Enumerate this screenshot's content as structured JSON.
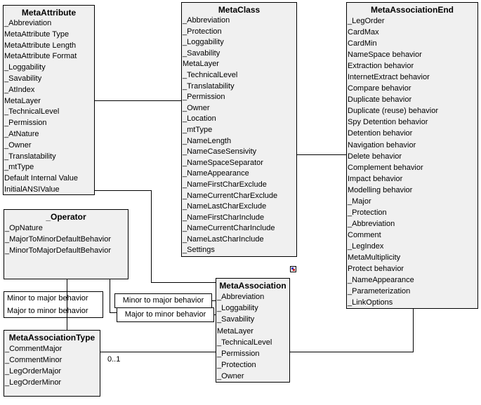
{
  "colors": {
    "background": "#ffffff",
    "class_box_fill": "#f0f0f0",
    "label_box_fill": "#ffffff",
    "line_color": "#000000",
    "marker_icon_blue": "#2222bb",
    "marker_icon_red": "#cc2222"
  },
  "classes": {
    "meta_attribute": {
      "title": "MetaAttribute",
      "attributes": [
        "_Abbreviation",
        "MetaAttribute Type",
        "MetaAttribute Length",
        "MetaAttribute Format",
        "_Loggability",
        "_Savability",
        "_AtIndex",
        "MetaLayer",
        "_TechnicalLevel",
        "_Permission",
        "_AtNature",
        "_Owner",
        "_Translatability",
        "_mtType",
        "Default Internal Value",
        "InitialANSIValue"
      ]
    },
    "meta_class": {
      "title": "MetaClass",
      "attributes": [
        "_Abbreviation",
        "_Protection",
        "_Loggability",
        "_Savability",
        "MetaLayer",
        "_TechnicalLevel",
        "_Translatability",
        "_Permission",
        "_Owner",
        "_Location",
        "_mtType",
        "_NameLength",
        "_NameCaseSensivity",
        "_NameSpaceSeparator",
        "_NameAppearance",
        "_NameFirstCharExclude",
        "_NameCurrentCharExclude",
        "_NameLastCharExclude",
        "_NameFirstCharInclude",
        "_NameCurrentCharInclude",
        "_NameLastCharInclude",
        "_Settings"
      ]
    },
    "meta_association_end": {
      "title": "MetaAssociationEnd",
      "attributes": [
        "_LegOrder",
        "CardMax",
        "CardMin",
        "NameSpace behavior",
        "Extraction behavior",
        "InternetExtract behavior",
        "Compare behavior",
        "Duplicate behavior",
        "Duplicate (reuse) behavior",
        "Spy Detention behavior",
        "Detention behavior",
        "Navigation behavior",
        "Delete behavior",
        "Complement behavior",
        "Impact behavior",
        "Modelling behavior",
        "_Major",
        "_Protection",
        "_Abbreviation",
        "Comment",
        "_LegIndex",
        "MetaMultiplicity",
        "Protect behavior",
        "_NameAppearance",
        "_Parameterization",
        "_LinkOptions"
      ]
    },
    "operator": {
      "title": "_Operator",
      "attributes": [
        "_OpNature",
        "_MajorToMinorDefaultBehavior",
        "_MinorToMajorDefaultBehavior"
      ]
    },
    "meta_association": {
      "title": "MetaAssociation",
      "attributes": [
        "_Abbreviation",
        "_Loggability",
        "_Savability",
        "MetaLayer",
        "_TechnicalLevel",
        "_Permission",
        "_Protection",
        "_Owner"
      ]
    },
    "meta_association_type": {
      "title": "MetaAssociationType",
      "attributes": [
        "_CommentMajor",
        "_CommentMinor",
        "_LegOrderMajor",
        "_LegOrderMinor"
      ]
    }
  },
  "link_labels": {
    "left_box_line1": "Minor to major behavior",
    "left_box_line2": "Major to minor behavior",
    "right_box_top": "Minor to major behavior",
    "right_box_bottom": "Major to minor behavior",
    "multiplicity": "0..1"
  }
}
